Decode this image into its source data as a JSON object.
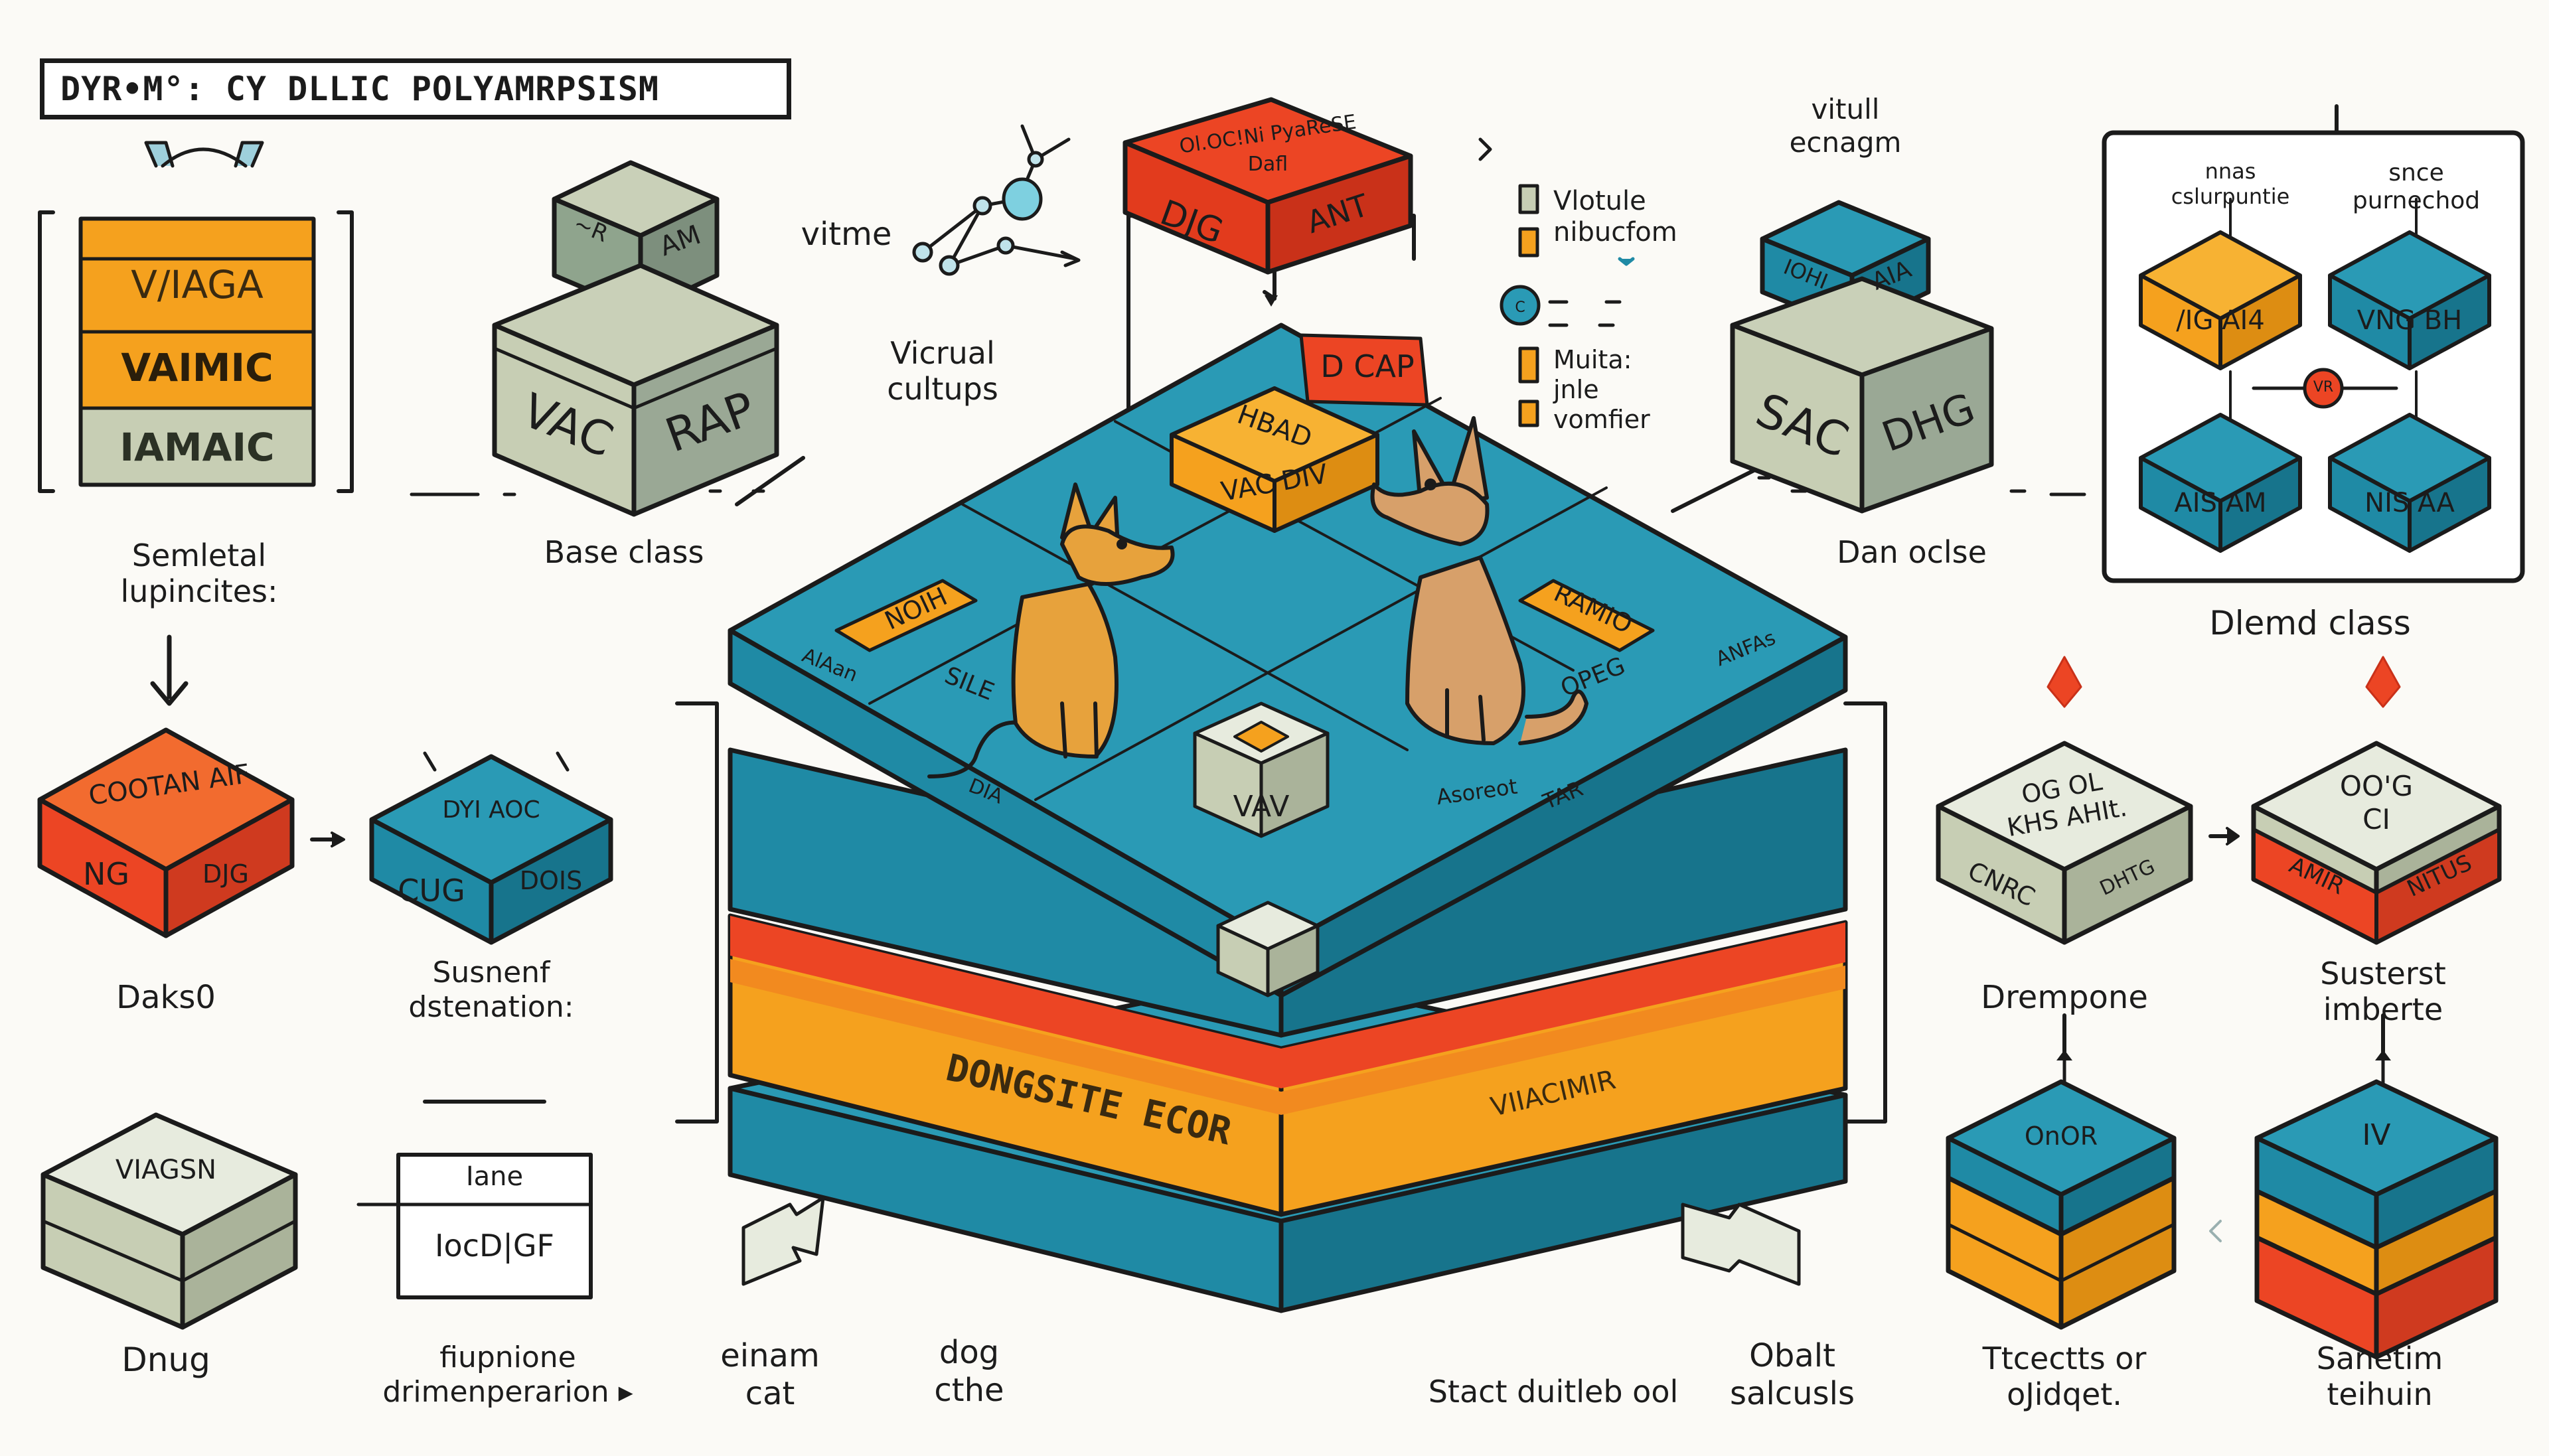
{
  "title": "DYR•M°: CY DLLIC POLYAMRPSISM",
  "colors": {
    "teal": "#1f8aa5",
    "orange": "#f5a11e",
    "red": "#ec4524",
    "sage": "#c7ceb4",
    "ink": "#1b1b1b",
    "dog_fur": "#e7a23c"
  },
  "left_stack": {
    "rows": [
      "V/IAGA",
      "VAIMIC",
      "IAMAIC"
    ],
    "caption": "Semletal\nlupincites:"
  },
  "left_cubes": {
    "red_cube": {
      "top": "COOTAN AIF",
      "left": "NG",
      "right": "DJG",
      "caption": "Daks0"
    },
    "teal_cube": {
      "top": "DYI AOC",
      "left": "CUG",
      "right": "DOIS",
      "caption": "Susnenf\ndstenation:"
    }
  },
  "bottom_left": {
    "grey_cube": {
      "top": "VIAGSN",
      "caption": "Dnug"
    },
    "frame": {
      "line1": "Iane",
      "line2": "IocD|GF",
      "caption": "fiupnione\ndrimenperarion ▸"
    }
  },
  "base_class": {
    "top_left": "~R",
    "top_right": "AM",
    "left": "VAC",
    "right": "RAP",
    "caption": "Base class"
  },
  "middle_labels": {
    "vitme": "vitme",
    "virtual": "Vicrual\ncultups",
    "vitual_top": "vitull\necnagm",
    "legend_1": "Vlotule\nnibucfom",
    "legend_2": "Muita:\njnle\nvomfier"
  },
  "red_top_cube": {
    "top": "Ol.OC!Ni PyaReSE",
    "top2": "Dafl",
    "left": "DJG",
    "right": "ANT"
  },
  "platform": {
    "stripe_text": "DONGSITE ECOR",
    "stripe_text_2": "VIIACIMIR",
    "badge": "D CAP",
    "orange_cube_top": "HBAD",
    "orange_cube_front": "VAC  DIV",
    "tag_left": "NOIH",
    "tag_right": "RAMIO",
    "tile_labels": [
      "AlAan",
      "SILE",
      "OPEG",
      "ANFAs",
      "DIA",
      "Asoreot",
      "TAR"
    ],
    "block_text": "VAV"
  },
  "right_top_cube": {
    "top_left": "IOHI",
    "top_right": "AIA",
    "left": "SAC",
    "right": "DHG",
    "caption": "Dan oclse"
  },
  "dlemd_panel": {
    "label_left": "nnas\ncslurpuntie",
    "label_right": "snce\npurnechod",
    "cube_tl": "/IG  AI4",
    "cube_tr": "VNG  BH",
    "cube_bl": "AIS  AM",
    "cube_br": "NIS  AA",
    "center": "VR",
    "caption": "Dlemd class"
  },
  "right_mid": {
    "cube_left": {
      "top": "OG OL\nKHS AHIt.",
      "left": "CNRC",
      "right": "DHTG"
    },
    "cube_right": {
      "top": "OO'G\nCI",
      "left": "AMIR",
      "right": "NITUS"
    },
    "caption_left": "Drempone",
    "caption_right": "Susterst\nimberte"
  },
  "right_bottom": {
    "cube_left": {
      "top": "OnOR"
    },
    "cube_right": {
      "top": "IV"
    },
    "caption_left": "Ttcectts or\noJidqet.",
    "caption_right": "Sanetim\nteihuin"
  },
  "bottom_labels": {
    "einam": "einam\ncat",
    "dog": "dog\ncthe",
    "stact": "Stact duitleb  ool",
    "obalt": "Obalt\nsalcusls"
  }
}
